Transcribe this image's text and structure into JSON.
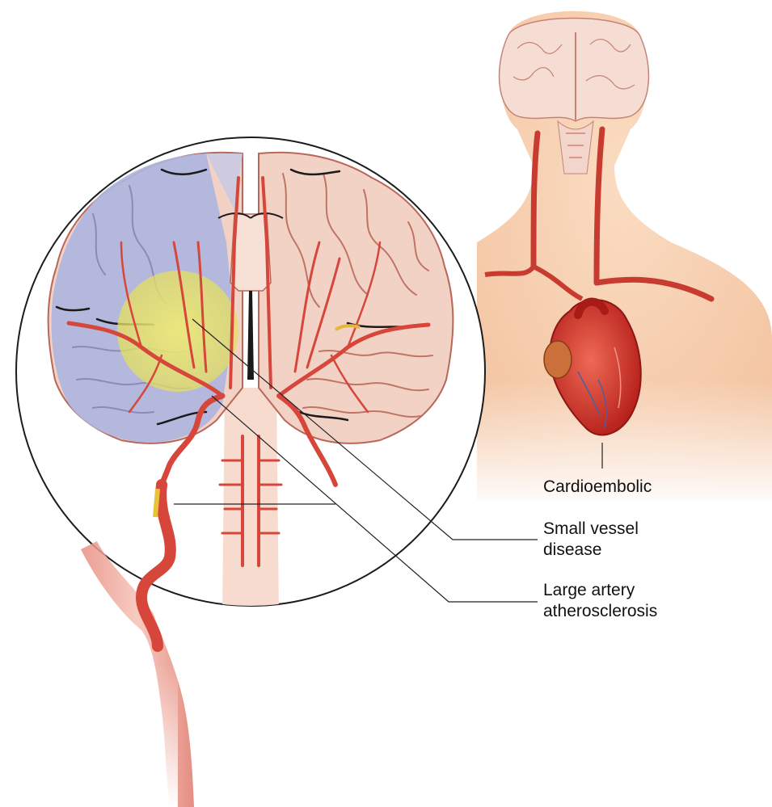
{
  "labels": {
    "cardioembolic": "Cardioembolic",
    "small_vessel_line1": "Small vessel",
    "small_vessel_line2": "disease",
    "large_artery_line1": "Large artery",
    "large_artery_line2": "atherosclerosis"
  },
  "colors": {
    "skin": "#f8cfb0",
    "skin_shadow": "#efb996",
    "brain_tissue": "#f3d2c6",
    "brain_outline": "#c07466",
    "artery": "#d7463a",
    "artery_dark": "#9c1f1a",
    "infarct_region": "#aeb5dd",
    "lacune_highlight": "#e8e36a",
    "heart": "#d8352c",
    "leader_line": "#222222"
  },
  "icons": [
    "brain-coronal-section",
    "head-silhouette",
    "heart",
    "carotid-artery"
  ]
}
